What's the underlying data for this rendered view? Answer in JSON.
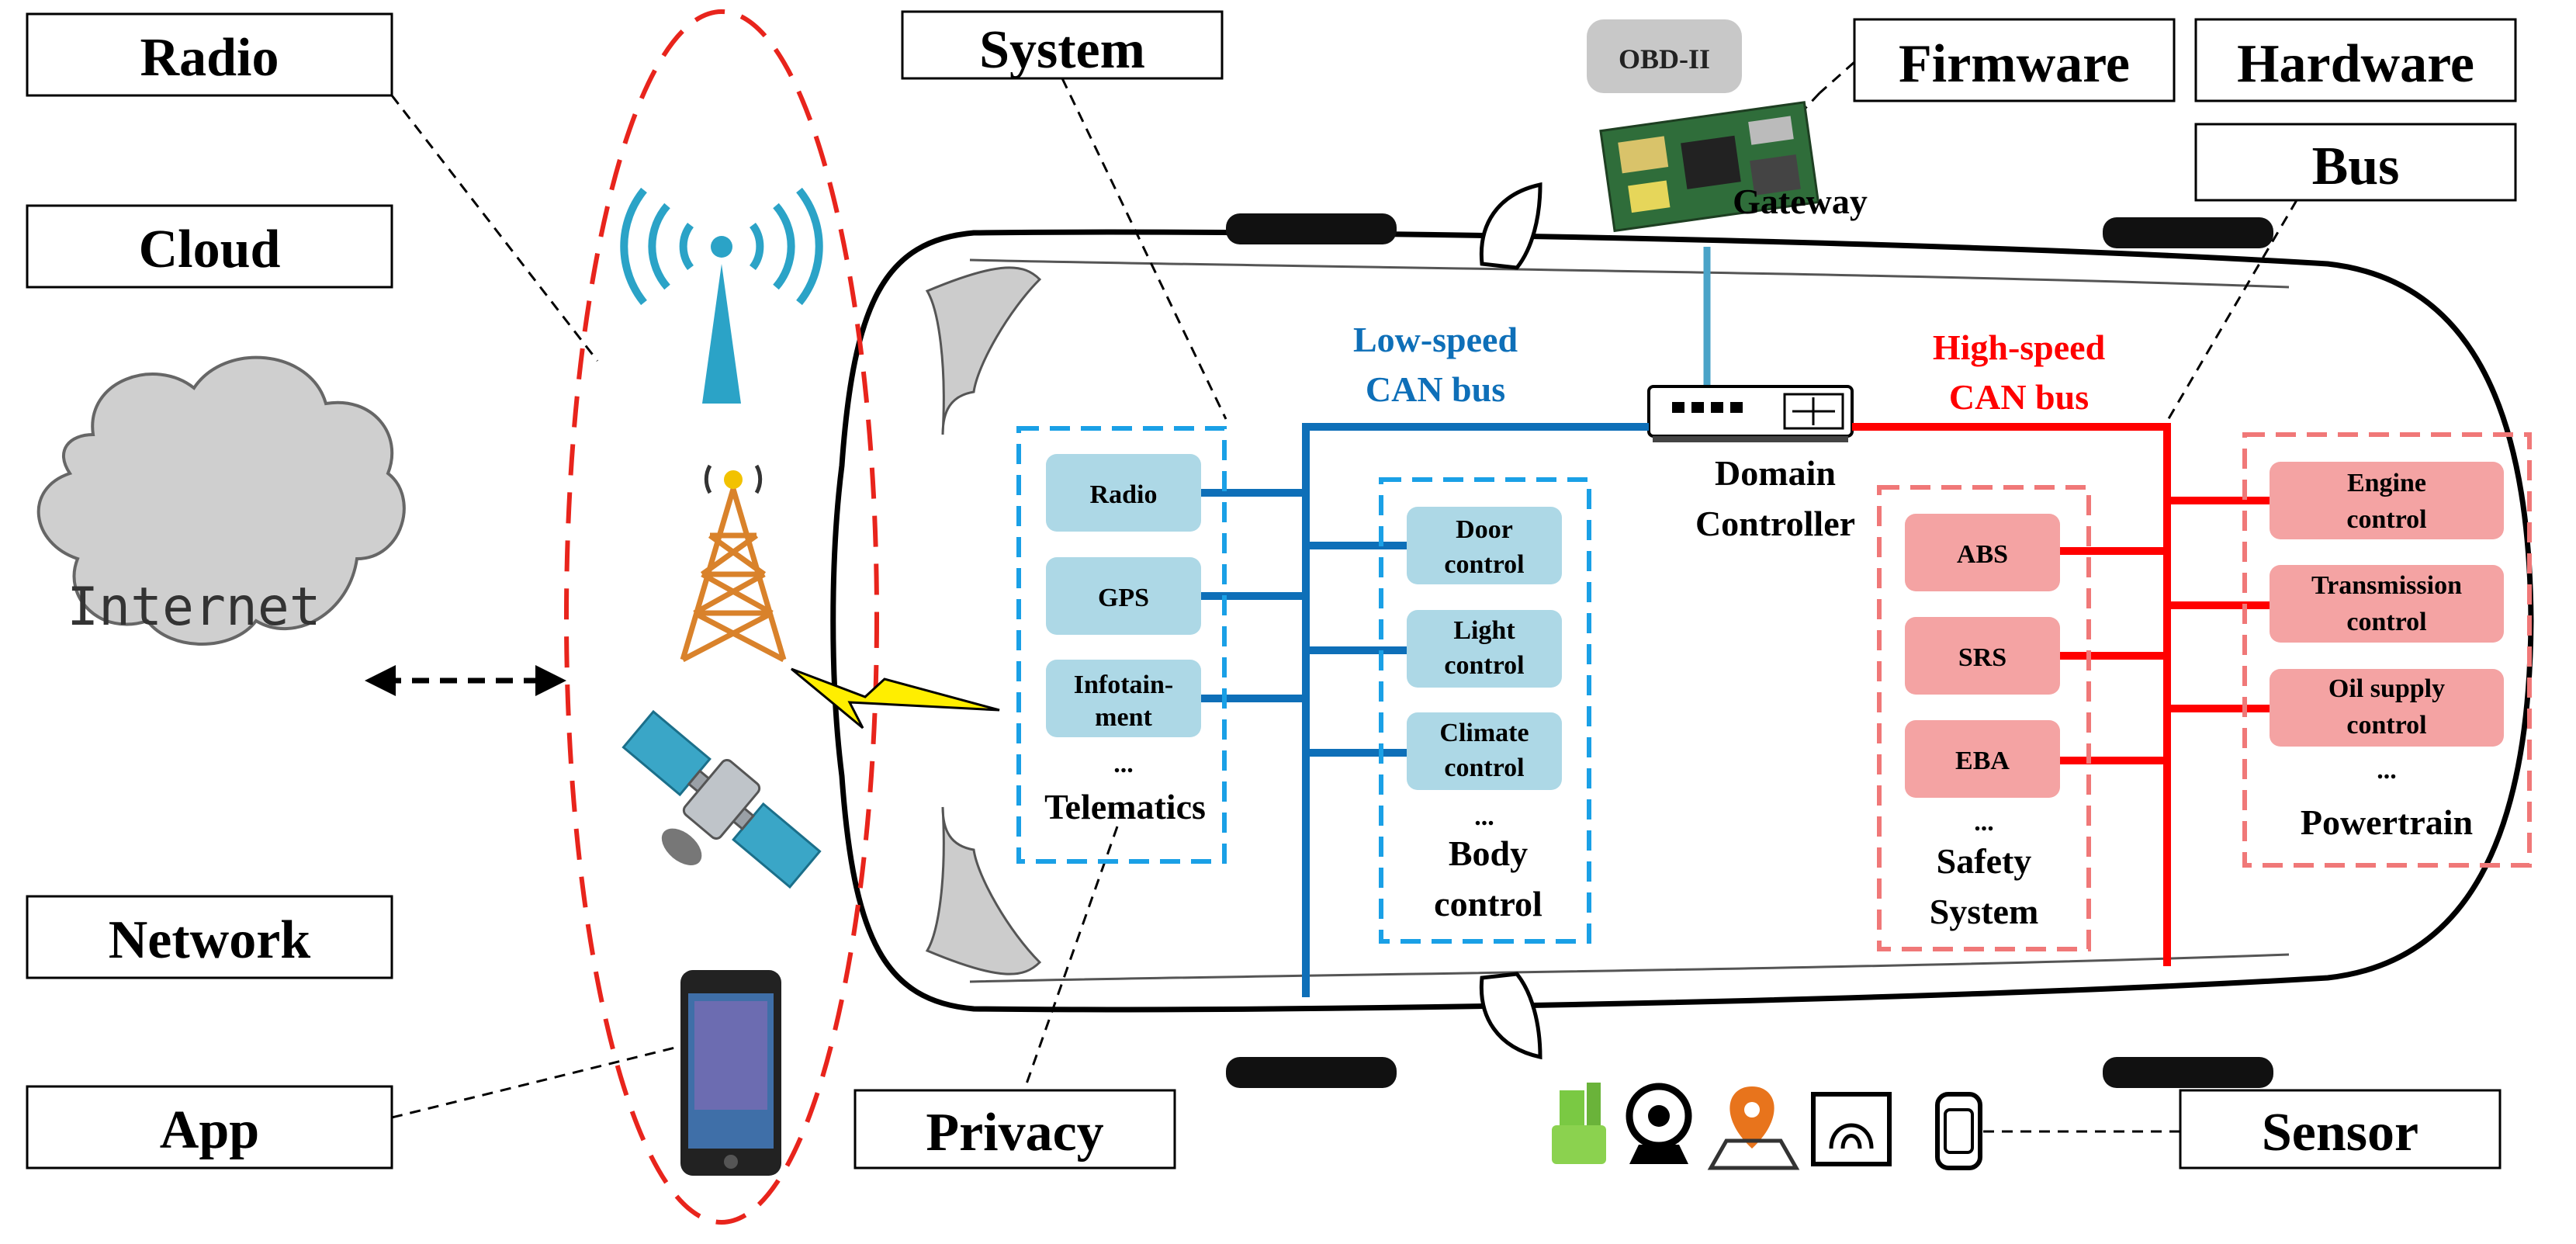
{
  "labels": {
    "radio": "Radio",
    "cloud": "Cloud",
    "network": "Network",
    "app": "App",
    "system": "System",
    "privacy": "Privacy",
    "firmware": "Firmware",
    "hardware": "Hardware",
    "bus": "Bus",
    "sensor": "Sensor"
  },
  "internet": "Internet",
  "obd": "OBD-II",
  "gateway": "Gateway",
  "domain_controller": [
    "Domain",
    "Controller"
  ],
  "low_bus": [
    "Low-speed",
    "CAN bus"
  ],
  "high_bus": [
    "High-speed",
    "CAN bus"
  ],
  "telematics": {
    "items": [
      "Radio",
      "GPS",
      "Infotain-",
      "ment"
    ],
    "ellipsis": "...",
    "title": "Telematics"
  },
  "body_control": {
    "items": [
      "Door",
      "control",
      "Light",
      "control",
      "Climate",
      "control"
    ],
    "ellipsis": "...",
    "title": [
      "Body",
      "control"
    ]
  },
  "safety": {
    "items": [
      "ABS",
      "SRS",
      "EBA"
    ],
    "ellipsis": "...",
    "title": [
      "Safety",
      "System"
    ]
  },
  "powertrain": {
    "items": [
      "Engine",
      "control",
      "Transmission",
      "control",
      "Oil supply",
      "control"
    ],
    "ellipsis": "...",
    "title": "Powertrain"
  },
  "colors": {
    "blue": "#0e6fb8",
    "red": "#ff0000",
    "blue_ecu": "#add8e6",
    "red_ecu": "#f4a3a3",
    "blue_dash": "#1aa0e6",
    "red_dash": "#f07878"
  }
}
